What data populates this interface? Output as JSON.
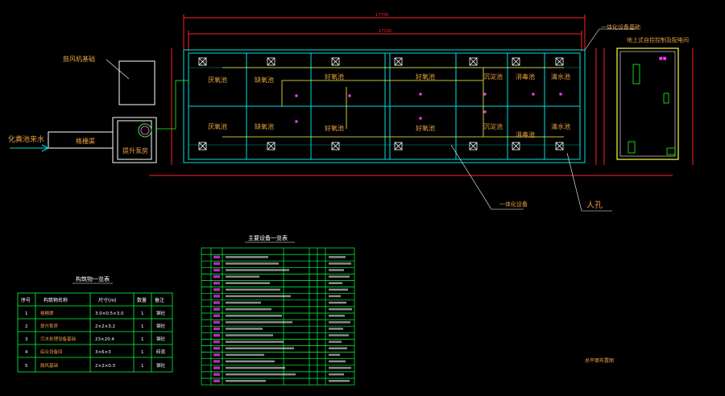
{
  "colors": {
    "background": "#000000",
    "tank_outline": "#00e0e0",
    "dimension": "#ff2020",
    "label": "#e8a040",
    "white_text": "#ffffff",
    "pipe": "#ffff40",
    "table_grid": "#00ff40",
    "accent_magenta": "#ff40ff",
    "green_equipment": "#20ff20"
  },
  "titles": {
    "integrated_equipment_base": "一体化设备基础",
    "control_room": "地上式自控控制及配电间",
    "septic_inlet": "化粪池来水",
    "grit_chamber": "格栅渠",
    "lift_pump_well": "提升泵房",
    "mbr_base": "鼓风机基础",
    "manhole": "人孔",
    "pipe_label": "一体化设备",
    "drawing_caption": "总平面布置图"
  },
  "tanks": {
    "top_row": [
      "厌氧池",
      "缺氧池",
      "好氧池",
      "好氧池",
      "沉淀池",
      "消毒池",
      "清水池"
    ],
    "bottom_row": [
      "厌氧池",
      "缺氧池",
      "好氧池",
      "好氧池",
      "沉淀池",
      "消毒池",
      "清水池"
    ]
  },
  "dimensions": {
    "overall_top": "17700",
    "overall_second": "17100"
  },
  "structures_table": {
    "title": "构筑物一览表",
    "headers": [
      "序号",
      "构筑物名称",
      "尺寸(m)",
      "数量",
      "备注"
    ],
    "rows": [
      [
        "1",
        "格栅渠",
        "3.0×0.5×3.0",
        "1",
        "钢砼"
      ],
      [
        "2",
        "提升泵房",
        "2×2×3.2",
        "1",
        "钢砼"
      ],
      [
        "3",
        "污水处理设备基础",
        "23×20.4",
        "1",
        "钢砼"
      ],
      [
        "4",
        "综合设备间",
        "3×6×3",
        "1",
        "砖混"
      ],
      [
        "5",
        "鼓风基础",
        "2×2×0.3",
        "1",
        "钢砼"
      ]
    ]
  },
  "equipment_table": {
    "title": "主要设备一览表",
    "row_count": 20
  }
}
